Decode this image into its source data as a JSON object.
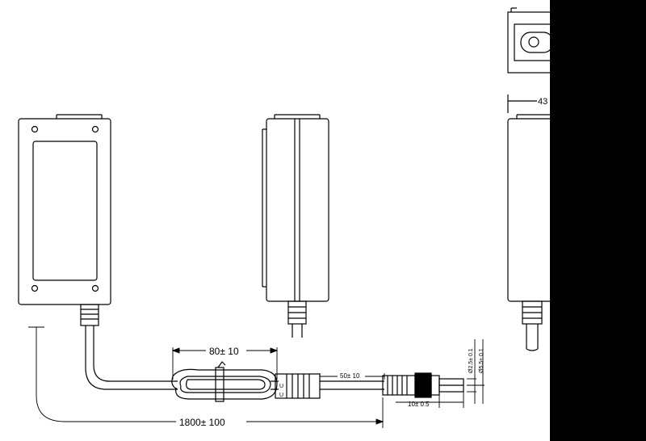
{
  "drawing": {
    "dimensions": {
      "loop_length": "80± 10",
      "strain_relief_length": "50± 10",
      "cable_length": "1800± 100",
      "plug_length": "10± 0.5",
      "inner_diameter": "Ø2.5± 0.1",
      "outer_diameter": "Ø5.5± 0.1",
      "side_width": "43"
    },
    "ferrite_marks": [
      "U",
      "U"
    ],
    "colors": {
      "line": "#000000",
      "paper": "#ffffff",
      "background": "#000000"
    }
  }
}
